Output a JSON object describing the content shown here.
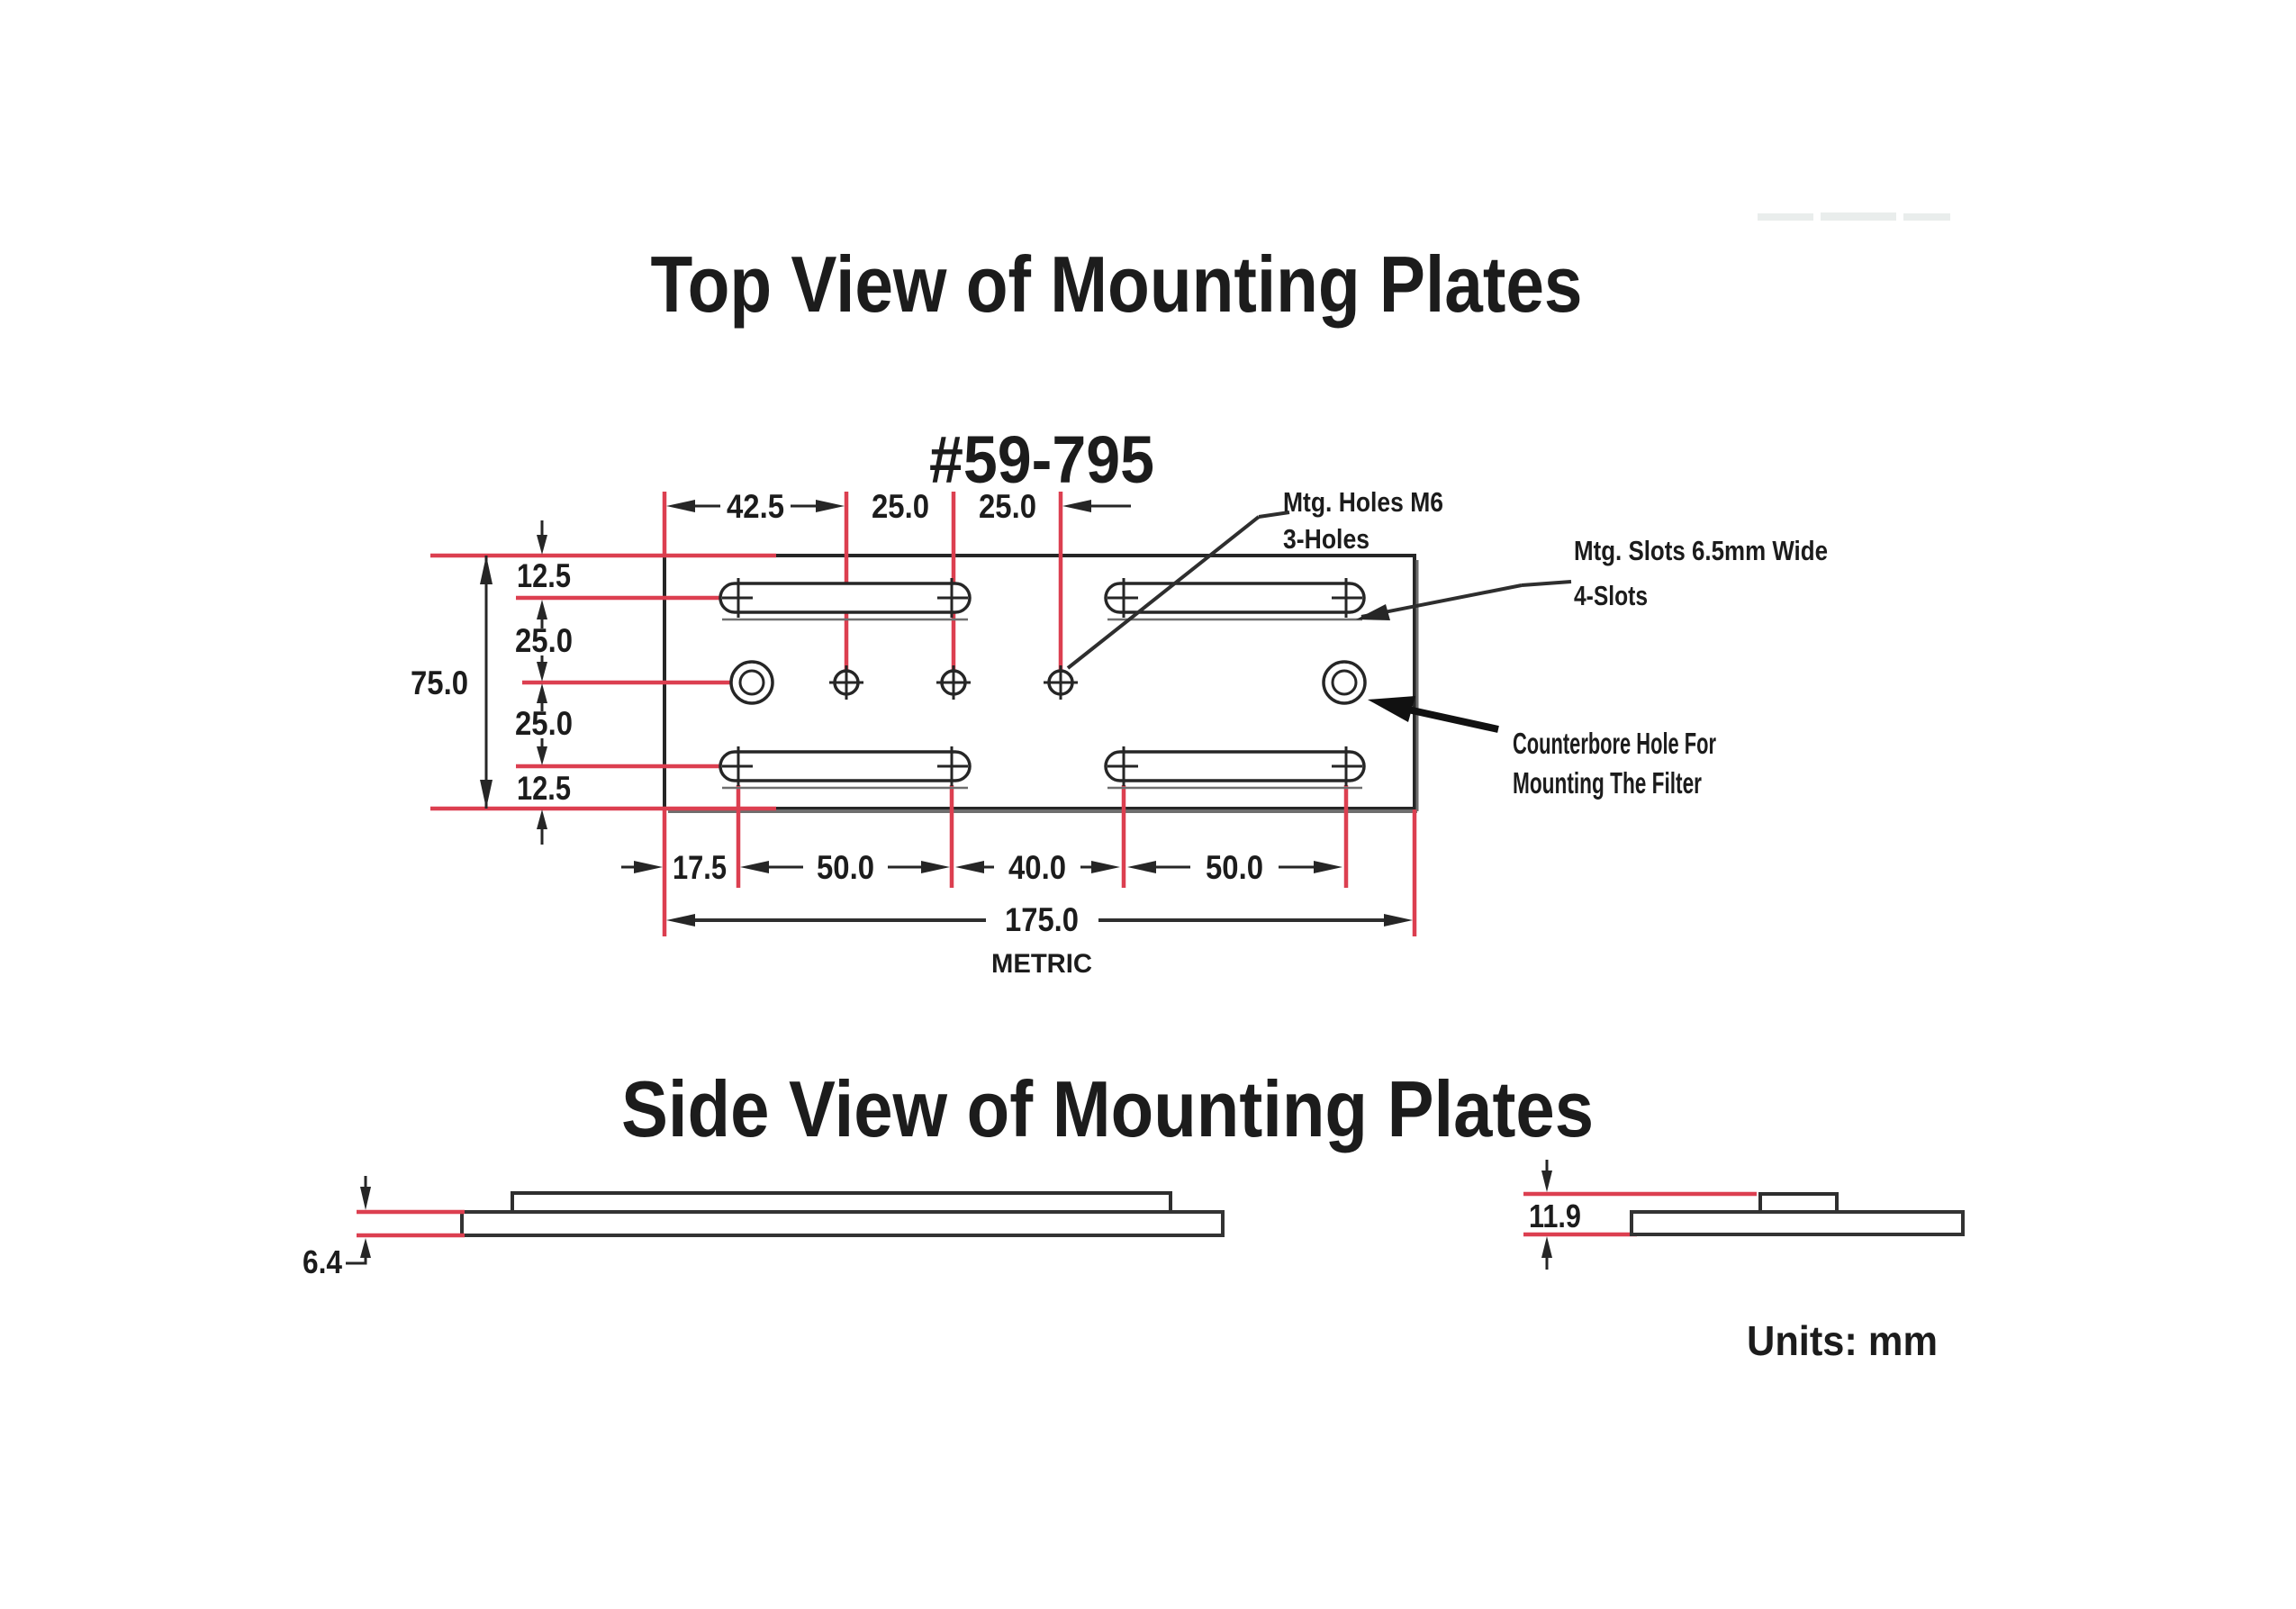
{
  "colors": {
    "ink": "#262626",
    "red": "#dc3f50",
    "shadow": "#6e6e6e",
    "background": "#ffffff"
  },
  "top_view": {
    "title": "Top View of Mounting Plates",
    "part_number": "#59-795",
    "dims_top": [
      "42.5",
      "25.0",
      "25.0"
    ],
    "dims_left": [
      "12.5",
      "25.0",
      "25.0",
      "12.5"
    ],
    "dim_overall_height": "75.0",
    "dims_bottom": [
      "17.5",
      "50.0",
      "40.0",
      "50.0"
    ],
    "dim_overall_width": "175.0",
    "metric_label": "METRIC",
    "callout_holes": {
      "line1": "Mtg. Holes M6",
      "line2": "3-Holes"
    },
    "callout_slots": {
      "line1": "Mtg. Slots 6.5mm Wide",
      "line2": "4-Slots"
    },
    "callout_counterbore": {
      "line1": "Counterbore Hole For",
      "line2": "Mounting The Filter"
    }
  },
  "side_view": {
    "title": "Side View of Mounting Plates",
    "dim_thin_plate_thickness": "6.4",
    "dim_stack_height": "11.9",
    "units_label": "Units: mm"
  }
}
